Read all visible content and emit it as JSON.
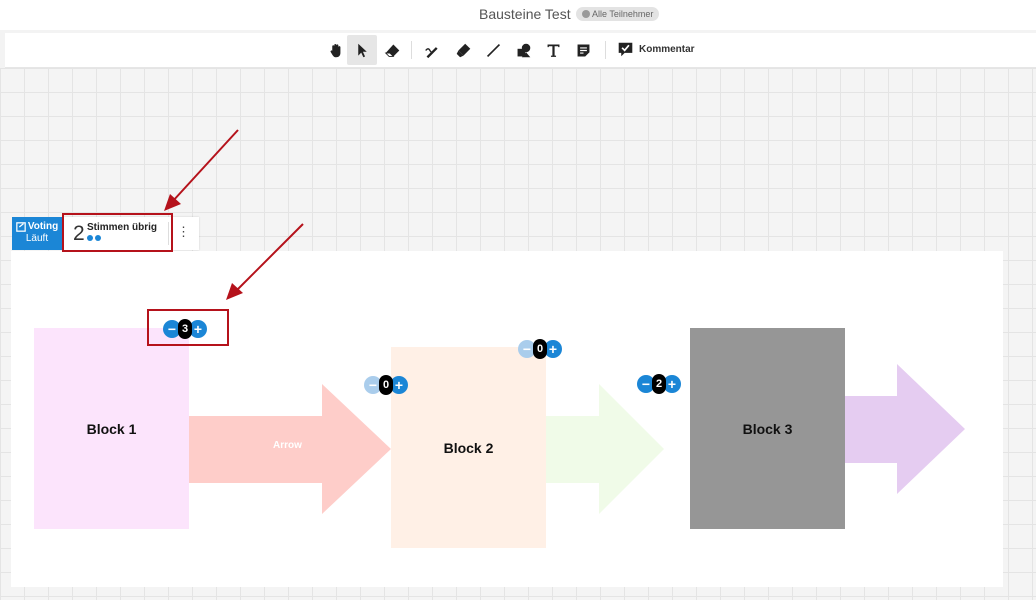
{
  "header": {
    "board_title": "Bausteine Test",
    "audience_badge": "Alle Teilnehmer"
  },
  "toolbar": {
    "tools": [
      "hand-icon",
      "select-pointer-icon",
      "eraser-icon",
      "pen-icon",
      "marker-icon",
      "line-icon",
      "shapes-icon",
      "text-icon",
      "sticky-note-icon"
    ],
    "active_tool": "select-pointer-icon",
    "comment_label": "Kommentar"
  },
  "voting": {
    "title": "Voting",
    "status": "Läuft",
    "remaining_count": "2",
    "remaining_label": "Stimmen übrig",
    "remaining_dots": 2
  },
  "blocks": [
    {
      "label": "Block 1",
      "color": "#fce4fc",
      "votes": "3"
    },
    {
      "label": "Block 2",
      "color": "#fff0e6",
      "votes": "0"
    },
    {
      "label": "Block 3",
      "color": "#969696",
      "votes": "2"
    }
  ],
  "arrows": [
    {
      "label": "Arrow",
      "color": "#fecdc9"
    },
    {
      "label": "",
      "color": "#f0fbe8"
    },
    {
      "label": "",
      "color": "#e5ccf1"
    }
  ],
  "colors": {
    "accent": "#1b86d6",
    "annotation": "#b5121b"
  }
}
